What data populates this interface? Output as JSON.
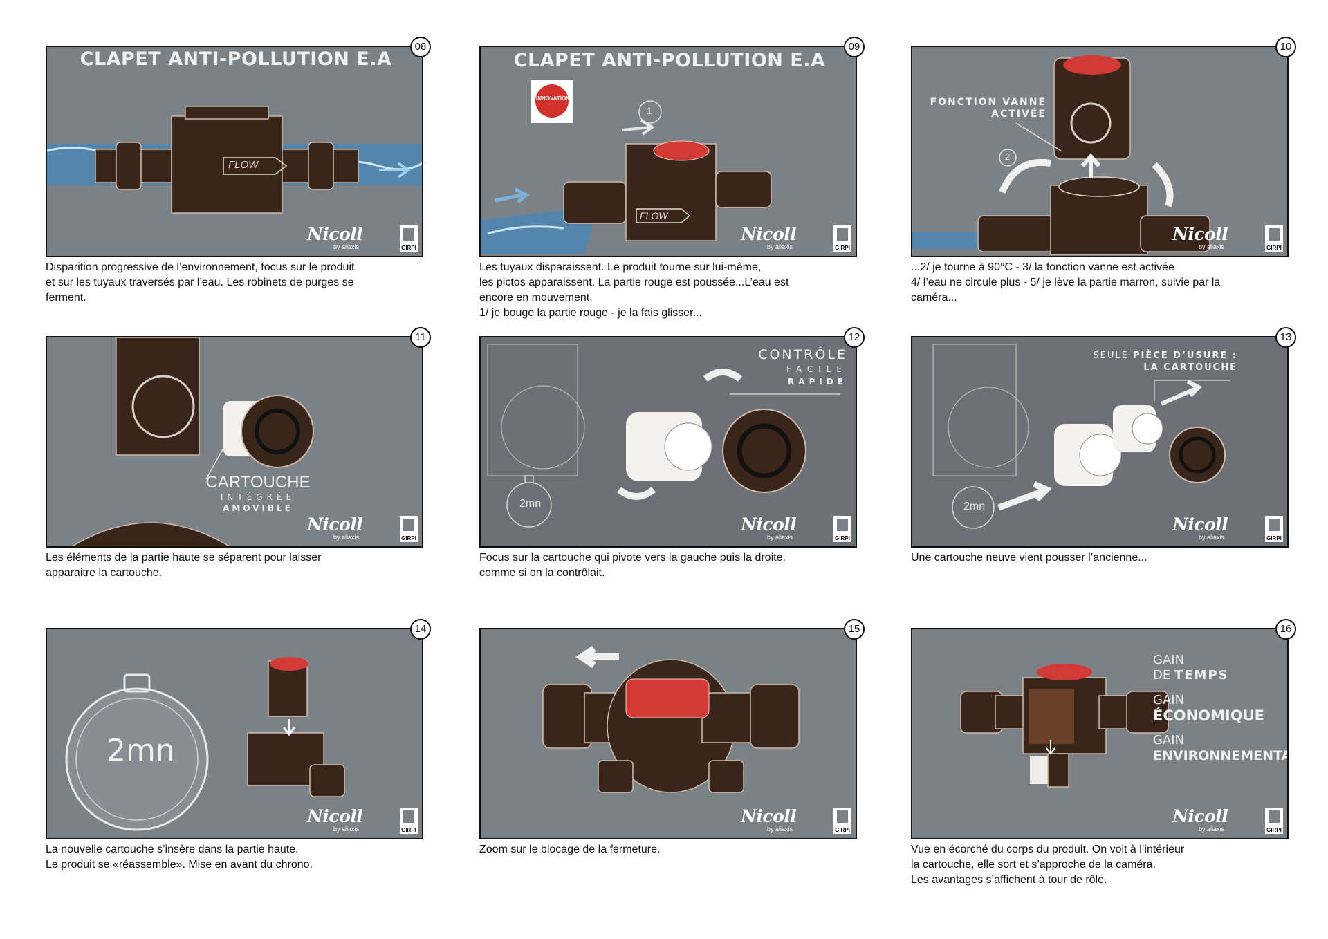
{
  "brand": {
    "logo": "Nicoll",
    "logo_sub": "by aliaxis",
    "mark": "GIRPI"
  },
  "panels": [
    {
      "num": "08",
      "title": "CLAPET ANTI-POLLUTION E.A",
      "art": {
        "flow": "FLOW"
      },
      "caption": [
        "Disparition progressive de l’environnement, focus sur le produit",
        "et sur les tuyaux traversés par l’eau. Les robinets de purges se",
        "ferment."
      ]
    },
    {
      "num": "09",
      "title": "CLAPET ANTI-POLLUTION E.A",
      "art": {
        "flow": "FLOW",
        "badge": "INNOVATION",
        "step": "1"
      },
      "caption": [
        "Les tuyaux disparaissent. Le produit tourne sur lui-même,",
        "les pictos apparaissent. La partie rouge est poussée...L’eau est",
        "encore en mouvement.",
        "1/ je bouge la partie rouge - je la fais glisser..."
      ]
    },
    {
      "num": "10",
      "art": {
        "label_1": "FONCTION VANNE",
        "label_2": "ACTIVÉE",
        "step": "2"
      },
      "caption": [
        "...2/ je tourne à 90°C - 3/ la fonction vanne est activée",
        "4/ l’eau ne circule plus - 5/ je lève la partie marron, suivie par la",
        "caméra..."
      ]
    },
    {
      "num": "11",
      "art": {
        "label_1": "CARTOUCHE",
        "label_2": "INTÉGRÉE",
        "label_3": "AMOVIBLE"
      },
      "caption": [
        "Les éléments de la partie haute se séparent pour laisser",
        "apparaitre la cartouche."
      ]
    },
    {
      "num": "12",
      "art": {
        "label_1": "CONTRÔLE",
        "label_2": "FACILE",
        "label_3": "RAPIDE",
        "timer": "2mn"
      },
      "caption": [
        "Focus sur la cartouche qui pivote vers la gauche puis la droite,",
        "comme si on la contrôlait."
      ]
    },
    {
      "num": "13",
      "art": {
        "label_1a": "SEULE",
        "label_1b": "PIÈCE D’USURE :",
        "label_2": "LA CARTOUCHE",
        "timer": "2mn"
      },
      "caption": [
        "Une cartouche neuve vient pousser l’ancienne..."
      ]
    },
    {
      "num": "14",
      "art": {
        "timer": "2mn"
      },
      "caption": [
        "La nouvelle cartouche s’insère dans la partie haute.",
        "Le produit se «réassemble». Mise en avant du chrono."
      ]
    },
    {
      "num": "15",
      "art": {},
      "caption": [
        "Zoom sur le blocage de la fermeture."
      ]
    },
    {
      "num": "16",
      "art": {
        "g1a": "GAIN",
        "g1b": "DE",
        "g1c": "TEMPS",
        "g2a": "GAIN",
        "g2b": "ÉCONOMIQUE",
        "g3a": "GAIN",
        "g3b": "ENVIRONNEMENTAL"
      },
      "caption": [
        "Vue en écorché du corps du produit. On voit à l’intérieur",
        "la cartouche, elle sort et s’approche de la caméra.",
        "Les avantages s’affichent à tour de rôle."
      ]
    }
  ]
}
